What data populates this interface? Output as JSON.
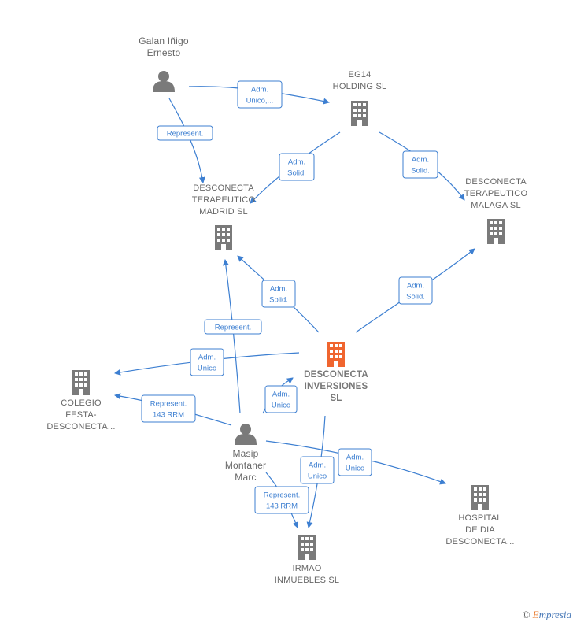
{
  "colors": {
    "edge": "#3d7fd1",
    "company": "#7a7a7a",
    "focus_company": "#f0652f",
    "person": "#7a7a7a",
    "label": "#666666"
  },
  "nodes": [
    {
      "id": "galan",
      "type": "person",
      "lines": [
        "Galan Iñigo",
        "Ernesto"
      ]
    },
    {
      "id": "eg14",
      "type": "company",
      "lines": [
        "EG14",
        "HOLDING  SL"
      ]
    },
    {
      "id": "madrid",
      "type": "company",
      "lines": [
        "DESCONECTA",
        "TERAPEUTICO",
        "MADRID  SL"
      ]
    },
    {
      "id": "malaga",
      "type": "company",
      "lines": [
        "DESCONECTA",
        "TERAPEUTICO",
        "MALAGA  SL"
      ]
    },
    {
      "id": "inversiones",
      "type": "company",
      "focus": true,
      "lines": [
        "DESCONECTA",
        "INVERSIONES",
        "SL"
      ]
    },
    {
      "id": "colegio",
      "type": "company",
      "lines": [
        "COLEGIO",
        "FESTA-",
        "DESCONECTA..."
      ]
    },
    {
      "id": "masip",
      "type": "person",
      "lines": [
        "Masip",
        "Montaner",
        "Marc"
      ]
    },
    {
      "id": "hospital",
      "type": "company",
      "lines": [
        "HOSPITAL",
        "DE DIA",
        "DESCONECTA..."
      ]
    },
    {
      "id": "irmao",
      "type": "company",
      "lines": [
        "IRMAO",
        "INMUEBLES  SL"
      ]
    }
  ],
  "edges": [
    {
      "id": "galan-eg14",
      "lines": [
        "Adm.",
        "Unico,..."
      ]
    },
    {
      "id": "galan-madrid",
      "lines": [
        "Represent."
      ]
    },
    {
      "id": "eg14-madrid",
      "lines": [
        "Adm.",
        "Solid."
      ]
    },
    {
      "id": "eg14-malaga",
      "lines": [
        "Adm.",
        "Solid."
      ]
    },
    {
      "id": "inv-madrid",
      "lines": [
        "Adm.",
        "Solid."
      ]
    },
    {
      "id": "inv-malaga",
      "lines": [
        "Adm.",
        "Solid."
      ]
    },
    {
      "id": "masip-madrid",
      "lines": [
        "Represent."
      ]
    },
    {
      "id": "inv-colegio",
      "lines": [
        "Adm.",
        "Unico"
      ]
    },
    {
      "id": "masip-colegio",
      "lines": [
        "Represent.",
        "143 RRM"
      ]
    },
    {
      "id": "masip-inv",
      "lines": [
        "Adm.",
        "Unico"
      ]
    },
    {
      "id": "inv-irmao",
      "lines": [
        "Adm.",
        "Unico"
      ]
    },
    {
      "id": "masip-hospital",
      "lines": [
        "Adm.",
        "Unico"
      ]
    },
    {
      "id": "masip-irmao",
      "lines": [
        "Represent.",
        "143 RRM"
      ]
    }
  ],
  "footer": {
    "copyright": "©",
    "brand_first": "E",
    "brand_rest": "mpresia"
  }
}
